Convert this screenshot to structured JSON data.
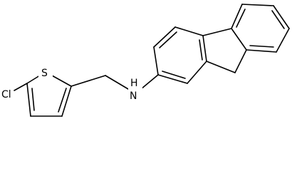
{
  "molecule": {
    "atoms": {
      "chlorine": "Cl",
      "sulfur": "S",
      "amine": "H\nN"
    },
    "colors": {
      "bond": "#000000",
      "label": "#000000",
      "background": "#ffffff"
    }
  }
}
